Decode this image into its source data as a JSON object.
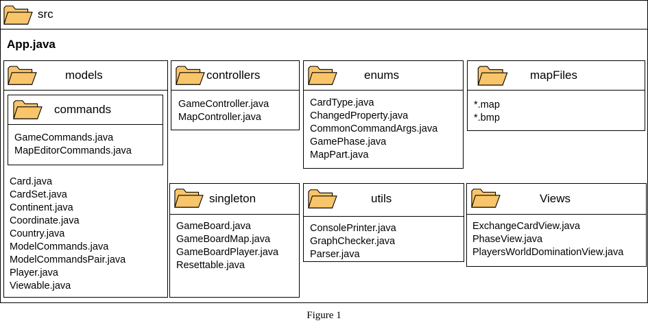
{
  "root": {
    "folder_label": "src",
    "file": "App.java"
  },
  "packages": {
    "models": {
      "title": "models",
      "files": [
        "Card.java",
        "CardSet.java",
        "Continent.java",
        "Coordinate.java",
        "Country.java",
        "ModelCommands.java",
        "ModelCommandsPair.java",
        "Player.java",
        "Viewable.java"
      ]
    },
    "commands": {
      "title": "commands",
      "files": [
        "GameCommands.java",
        "MapEditorCommands.java"
      ]
    },
    "controllers": {
      "title": "controllers",
      "files": [
        "GameController.java",
        "MapController.java"
      ]
    },
    "enums": {
      "title": "enums",
      "files": [
        "CardType.java",
        "ChangedProperty.java",
        "CommonCommandArgs.java",
        "GamePhase.java",
        "MapPart.java"
      ]
    },
    "mapFiles": {
      "title": "mapFiles",
      "files": [
        "*.map",
        "*.bmp"
      ]
    },
    "singleton": {
      "title": "singleton",
      "files": [
        "GameBoard.java",
        "GameBoardMap.java",
        "GameBoardPlayer.java",
        "Resettable.java"
      ]
    },
    "utils": {
      "title": "utils",
      "files": [
        "ConsolePrinter.java",
        "GraphChecker.java",
        "Parser.java"
      ]
    },
    "views": {
      "title": "Views",
      "files": [
        "ExchangeCardView.java",
        "PhaseView.java",
        "PlayersWorldDominationView.java"
      ]
    }
  },
  "caption": "Figure 1",
  "colors": {
    "folder_fill": "#F9C56A",
    "folder_stroke": "#000000"
  },
  "icon": "folder-icon"
}
